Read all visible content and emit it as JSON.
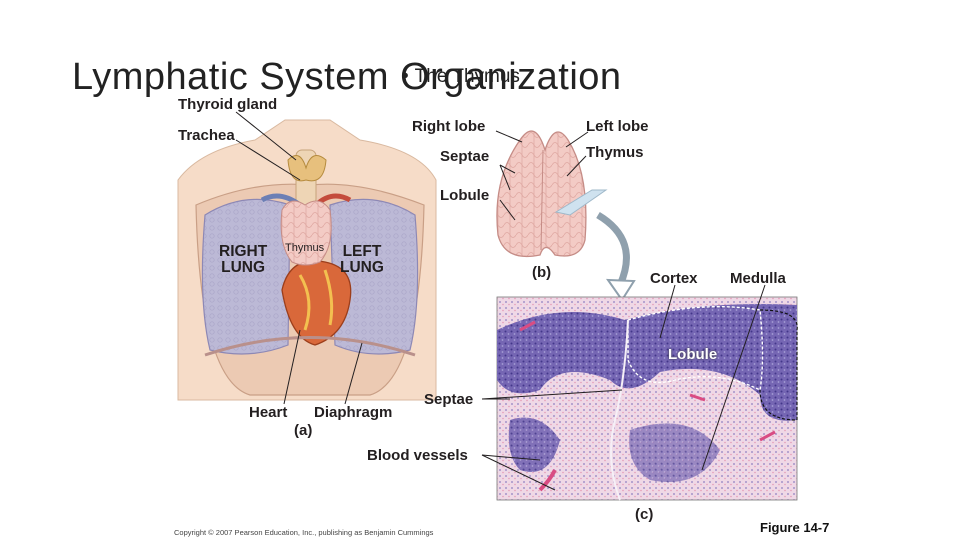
{
  "slide": {
    "title": "Lymphatic System Organization",
    "bullet": "The Thymus",
    "bullet_marker": "•",
    "copyright": "Copyright © 2007 Pearson Education, Inc., publishing as Benjamin Cummings",
    "figure_number": "Figure 14-7"
  },
  "panel_a": {
    "thyroid_gland": "Thyroid gland",
    "trachea": "Trachea",
    "right_lung": "RIGHT\nLUNG",
    "left_lung": "LEFT\nLUNG",
    "thymus": "Thymus",
    "heart": "Heart",
    "diaphragm": "Diaphragm",
    "panel_label": "(a)"
  },
  "panel_b": {
    "right_lobe": "Right lobe",
    "left_lobe": "Left lobe",
    "septae": "Septae",
    "thymus": "Thymus",
    "lobule": "Lobule",
    "panel_label": "(b)"
  },
  "panel_c": {
    "cortex": "Cortex",
    "medulla": "Medulla",
    "lobule": "Lobule",
    "septae": "Septae",
    "blood_vessels": "Blood vessels",
    "panel_label": "(c)"
  },
  "colors": {
    "torso_skin": "#f6dcc8",
    "lung": "#b9b6d2",
    "heart": "#d9683a",
    "thymus": "#f3c9c4",
    "tissue_purple": "#6a5ba8",
    "tissue_pink": "#f1b9c9"
  }
}
